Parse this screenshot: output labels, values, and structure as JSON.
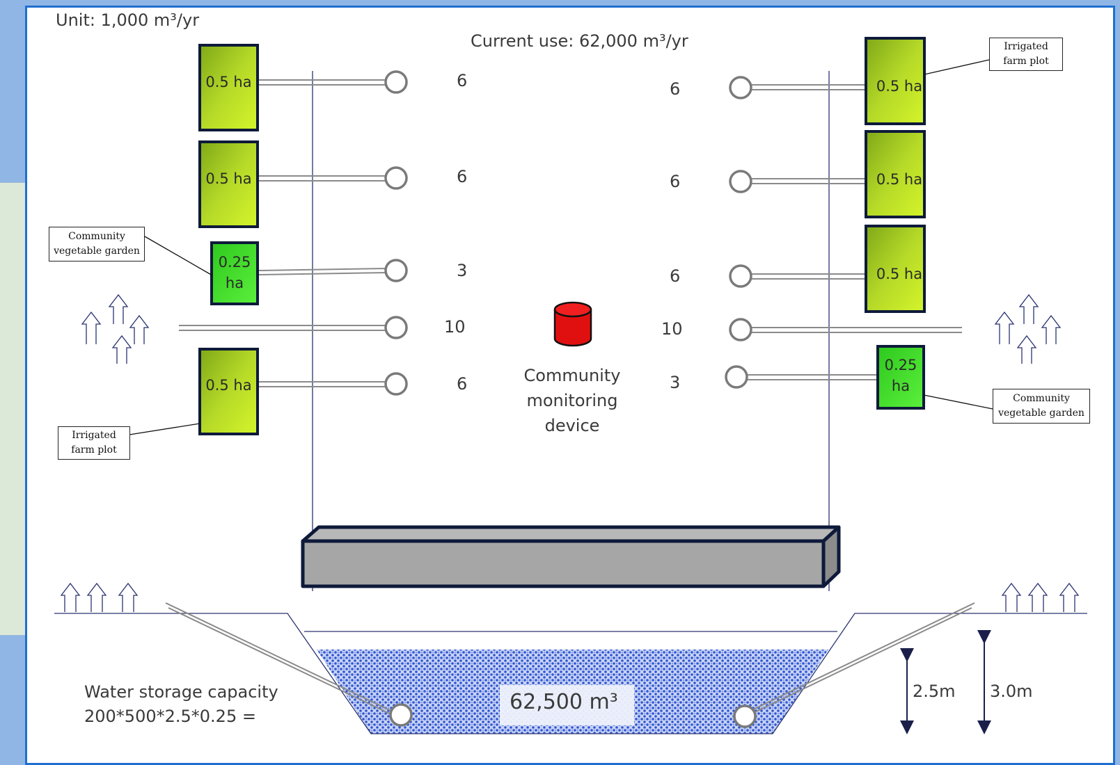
{
  "unit_label": "Unit: 1,000 m³/yr",
  "current_use": "Current use: 62,000 m³/yr",
  "left_plots": [
    {
      "label": "0.5 ha",
      "flow": "6"
    },
    {
      "label": "0.5 ha",
      "flow": "6"
    },
    {
      "label": "0.25 ha",
      "line1": "0.25",
      "line2": "ha",
      "flow": "3"
    },
    {
      "label": "",
      "flow": "10"
    },
    {
      "label": "0.5 ha",
      "flow": "6"
    }
  ],
  "right_plots": [
    {
      "label": "0.5 ha",
      "flow": "6"
    },
    {
      "label": "0.5 ha",
      "flow": "6"
    },
    {
      "label": "0.5 ha",
      "flow": "6"
    },
    {
      "label": "",
      "flow": "10"
    },
    {
      "label": "0.25 ha",
      "line1": "0.25",
      "line2": "ha",
      "flow": "3"
    }
  ],
  "callouts": {
    "left_garden": [
      "Community",
      "vegetable garden"
    ],
    "left_farm": [
      "Irrigated",
      "farm plot"
    ],
    "right_farm": [
      "Irrigated",
      "farm plot"
    ],
    "right_garden": [
      "Community",
      "vegetable garden"
    ]
  },
  "device_label": [
    "Community",
    "monitoring",
    "device"
  ],
  "storage": {
    "caption_line1": "Water storage capacity",
    "caption_line2": "200*500*2.5*0.25 =",
    "volume": "62,500 m³",
    "depth_water": "2.5m",
    "depth_total": "3.0m"
  },
  "colors": {
    "frame": "#1f6fd0",
    "farm_plot": "#a8d42a",
    "garden_plot": "#3fe02e",
    "device": "#e01010",
    "water": "#3a62d8",
    "pipe": "#8a8a8a",
    "channel": "#a6a6a6"
  }
}
